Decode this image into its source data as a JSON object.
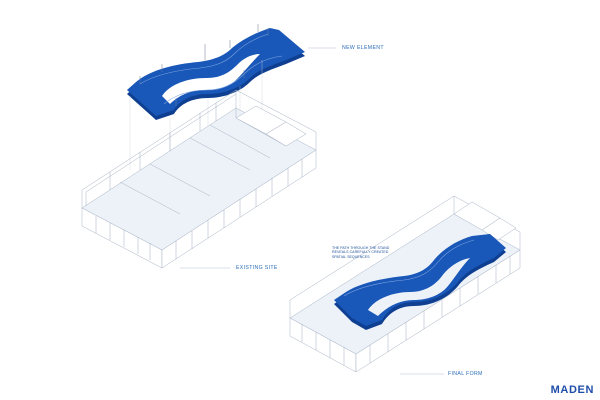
{
  "labels": {
    "new_element": "NEW ELEMENT",
    "existing_site": "EXISTING SITE",
    "final_form": "FINAL FORM"
  },
  "annotation": "THE PATH THROUGH THE STAND REVEALS CAREFULLY CREATED SPATIAL SEQUENCES",
  "logo": "MADEN",
  "colors": {
    "element_fill": "#1957b8",
    "line": "#9fb0c8",
    "label": "#2a6db8",
    "floor": "#edf2f9"
  }
}
